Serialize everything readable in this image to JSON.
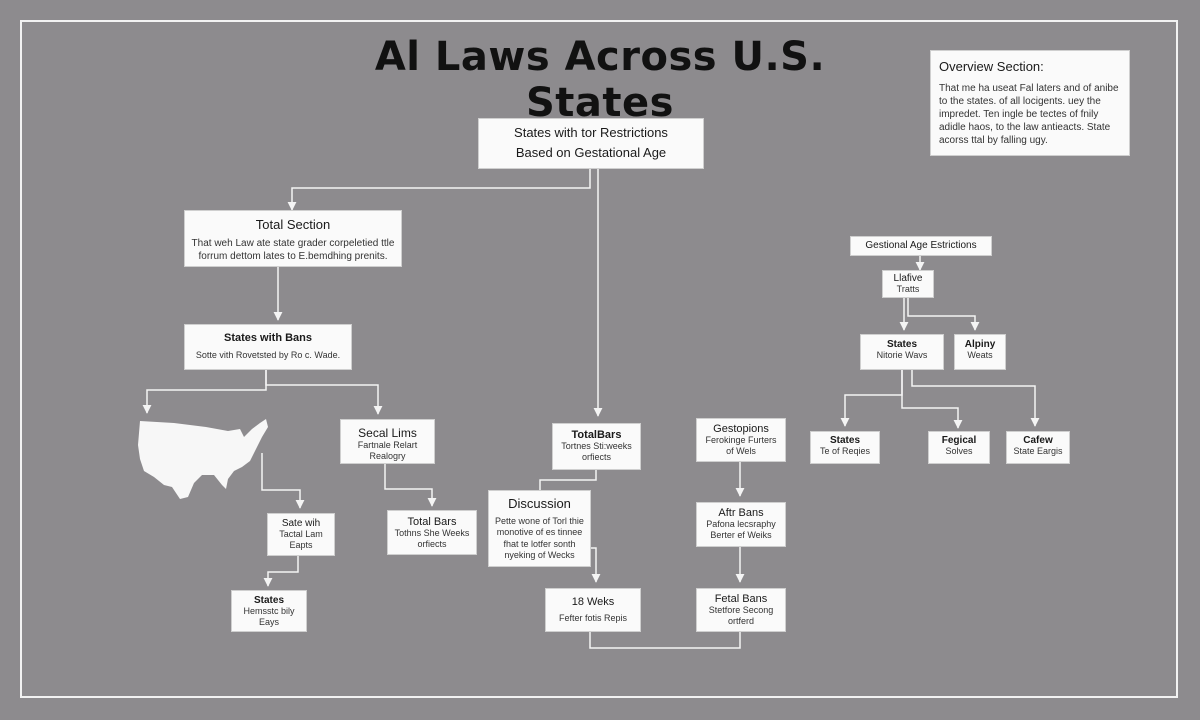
{
  "title": "Al Laws Across U.S. States",
  "overview": {
    "heading": "Overview Section:",
    "body": "That me ha useat Fal laters and of anibe to the states. of all locigents. uey the impredet. Ten ingle be tectes of fnily adidle haos, to the law antieacts. State acorss ttal by falling ugy."
  },
  "nodes": {
    "root": {
      "line1": "States with tor Restrictions",
      "line2": "Based on Gestational Age"
    },
    "total_section": {
      "title": "Total Section",
      "body": "That weh Law ate state grader corpeletied ttle forrum dettom lates to E.bemdhing prenits."
    },
    "states_with_bans": {
      "title": "States with Bans",
      "body": "Sotte vith Rovetsted by Ro c. Wade."
    },
    "secal_lims": {
      "title": "Secal Lims",
      "body": "Fartnale Relart Realogry"
    },
    "sate_wih": {
      "title": "Sate wih",
      "body": "Tactal Lam Eapts"
    },
    "states_left": {
      "title": "States",
      "body": "Hemsstc bily Eays"
    },
    "total_bars_mid": {
      "title": "Total Bars",
      "body": "Tothns She Weeks orfiects"
    },
    "total_bars_center": {
      "title": "TotalBars",
      "body": "Tortnes Sti:weeks orfiects"
    },
    "discussion": {
      "title": "Discussion",
      "body": "Pette wone of Torl thie monotive of es tinnee fhat te lotfer sonth nyeking of Wecks"
    },
    "weeks_18": {
      "title": "18 Weks",
      "body": "Fefter fotis Repis"
    },
    "gestopions": {
      "title": "Gestopions",
      "body": "Ferokinge Furters of Wels"
    },
    "aftr_bans": {
      "title": "Aftr Bans",
      "body": "Pafona lecsraphy Berter ef Weiks"
    },
    "fetal_bans": {
      "title": "Fetal Bans",
      "body": "Stetfore Secong ortferd"
    },
    "gest_age": {
      "title": "Gestional Age Estrictions",
      "body": ""
    },
    "llafive": {
      "title": "Llafive",
      "body": "Tratts"
    },
    "states_right": {
      "title": "States",
      "body": "Nitorie Wavs"
    },
    "alpiny": {
      "title": "Alpiny",
      "body": "Weats"
    },
    "states_far": {
      "title": "States",
      "body": "Te of Reqies"
    },
    "fegical": {
      "title": "Fegical",
      "body": "Solves"
    },
    "cafew": {
      "title": "Cafew",
      "body": "State Eargis"
    }
  },
  "colors": {
    "background": "#8d8b8e",
    "box": "#fafafa",
    "line": "#f4f4f4",
    "title": "#111111"
  }
}
